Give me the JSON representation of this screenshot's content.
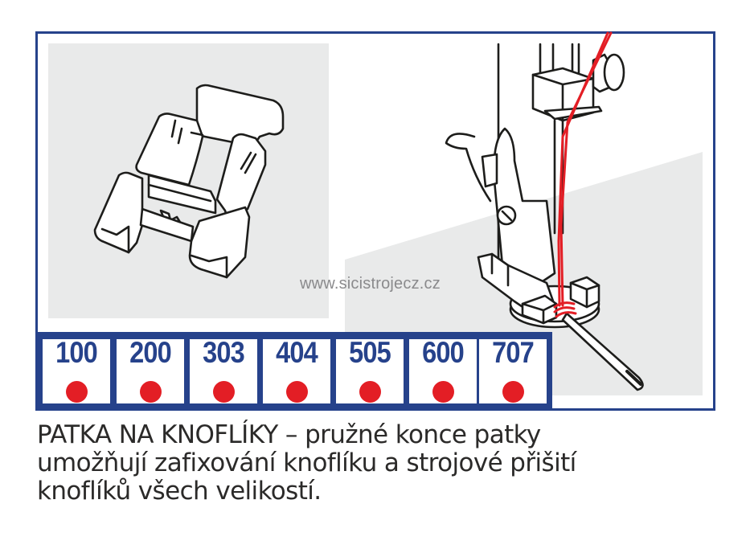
{
  "watermark": "www.sicistrojecz.cz",
  "colors": {
    "frame": "#26428b",
    "dot": "#e31e25",
    "thread": "#e31e25",
    "panel_gray": "#e9eaea",
    "caption_text": "#2b2a29"
  },
  "models": [
    {
      "label": "100",
      "icon": "red-dot"
    },
    {
      "label": "200",
      "icon": "red-dot"
    },
    {
      "label": "303",
      "icon": "red-dot"
    },
    {
      "label": "404",
      "icon": "red-dot"
    },
    {
      "label": "505",
      "icon": "red-dot"
    },
    {
      "label": "600",
      "icon": "red-dot"
    },
    {
      "label": "707",
      "icon": "red-dot"
    }
  ],
  "illustrations": {
    "left": "button-presser-foot-icon",
    "right": "presser-foot-sewing-button-icon"
  },
  "caption": {
    "line1": "PATKA NA KNOFLÍKY – pružné konce patky",
    "line2": "umožňují zafixování knoflíku a strojové přišití",
    "line3": "knoflíků všech velikostí."
  }
}
